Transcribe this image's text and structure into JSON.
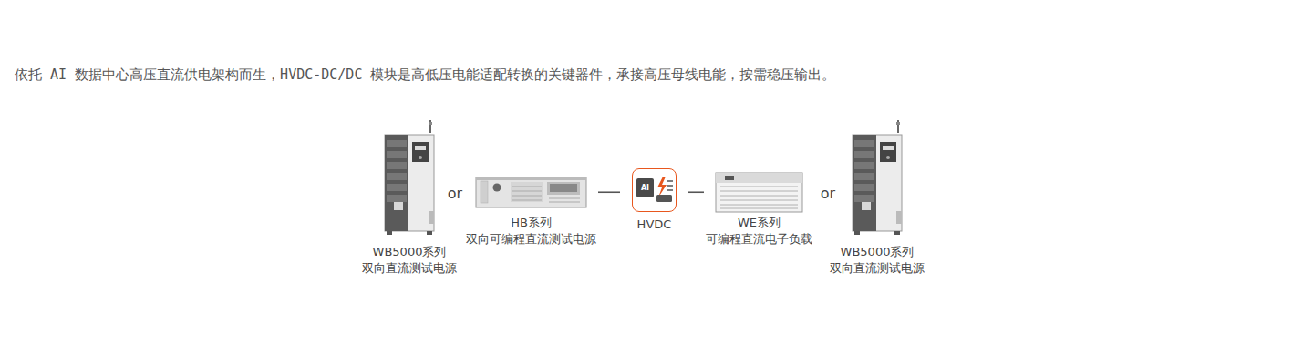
{
  "diagram": {
    "title": "依托 AI 数据中心高压直流供电架构而生，HVDC-DC/DC 模块是高低压电能适配转换的关键器件，承接高压母线电能，按需稳压输出。",
    "nodes": [
      {
        "text": [
          "WB5000系列 双向直流测试电源"
        ]
      },
      {
        "text": [
          "HB系列 双向可编程直流测试电源"
        ]
      },
      {
        "text": [
          "HVDC"
        ]
      },
      {
        "text": [
          "WE系列 可编程直流电子负载"
        ]
      },
      {
        "text": [
          "WB5000系列 双向直流测试电源"
        ]
      }
    ],
    "edges": [
      {
        "from": 1,
        "to": 2,
        "arrow": "none"
      },
      {
        "from": 2,
        "to": 3,
        "arrow": "none"
      }
    ],
    "labels": [
      "or",
      "or",
      "AI"
    ]
  }
}
